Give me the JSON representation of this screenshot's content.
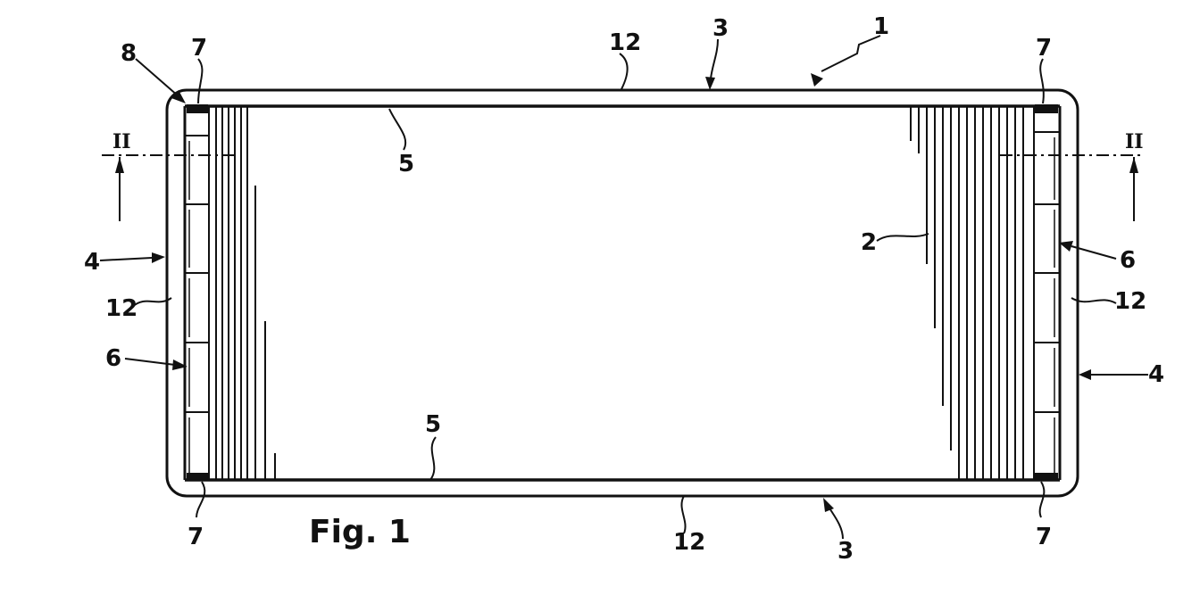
{
  "figure": {
    "caption": "Fig. 1",
    "section_mark": "II",
    "refs": {
      "assembly": "1",
      "plates": "2",
      "side_part": "3",
      "end_part": "4",
      "tube_sheet": "5",
      "tank": "6",
      "corner": "7",
      "corner_detail": "8",
      "frame": "12"
    }
  }
}
